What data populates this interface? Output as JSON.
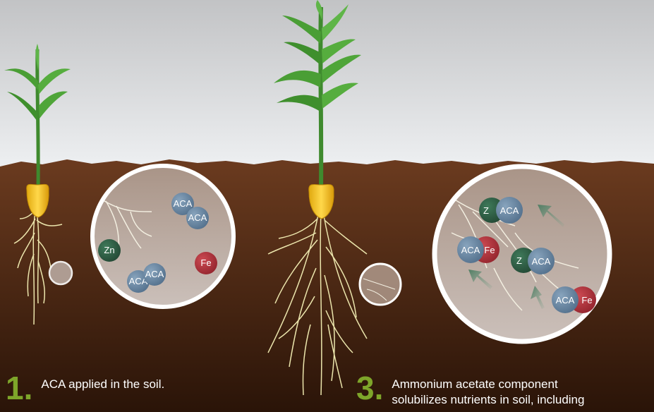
{
  "steps": [
    {
      "number": "1",
      "text_lines": [
        "ACA applied in the soil."
      ]
    },
    {
      "number": "3",
      "text_lines": [
        "Ammonium acetate component",
        "solubilizes nutrients in soil, including"
      ]
    }
  ],
  "molecule_labels": {
    "aca": "ACA",
    "zinc": "Zn",
    "iron": "Fe",
    "zinc_partial": "Z",
    "aca_partial": "ACA",
    "iron_partial": "Fe"
  },
  "colors": {
    "sky_top": "#c2c3c5",
    "sky_bottom": "#eef0f2",
    "soil_top": "#6b3b1f",
    "soil_bottom": "#2a1408",
    "step_number": "#7ea52a",
    "aca_blue": "#6a8aa6",
    "zinc_green": "#2f5e45",
    "iron_red": "#b3333d",
    "leaf_green": "#4a9e35",
    "seed_yellow": "#f2c21b",
    "root_cream": "#ece6ad",
    "magnifier_fill": "#c9bbb1",
    "arrow_green": "#5e8a70"
  },
  "icons": [
    "seedling-stage-1",
    "corn-plant-stage-3",
    "magnifier-circle",
    "seed-kernel",
    "arrow-up-left"
  ]
}
